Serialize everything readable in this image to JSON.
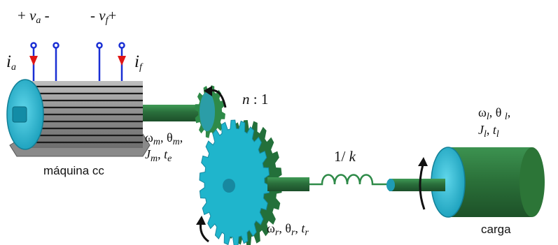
{
  "terminals": {
    "va": {
      "plus": "+",
      "symbol": "v",
      "sub": "a",
      "minus": "-"
    },
    "vf": {
      "minus": "-",
      "symbol": "v",
      "sub": "f",
      "plus": "+"
    },
    "ia": {
      "symbol": "i",
      "sub": "a"
    },
    "if": {
      "symbol": "i",
      "sub": "f"
    }
  },
  "motor": {
    "w": "ω",
    "w_sub": "m",
    "theta": "θ",
    "theta_sub": "m",
    "J": "J",
    "J_sub": "m",
    "t": "t",
    "t_sub": "e",
    "caption": "máquina cc"
  },
  "gear_ratio": {
    "n": "n",
    "ratio": " : 1"
  },
  "gear": {
    "w": "ω",
    "w_sub": "r",
    "theta": "θ",
    "theta_sub": "r",
    "t": "t",
    "t_sub": "r"
  },
  "spring": {
    "label": "1/ ",
    "k": "k"
  },
  "load": {
    "w": "ω",
    "w_sub": "l",
    "theta": "θ ",
    "theta_sub": "l",
    "J": "J",
    "J_sub": "l",
    "t": "t",
    "t_sub": "l",
    "caption": "carga"
  },
  "colors": {
    "motor_face": "#1fb8d6",
    "motor_body": "#9a9a9a",
    "wire": "#1a2fd4",
    "current_arrow": "#e01515",
    "shaft": "#2f7a40",
    "gear_green": "#2e8a48",
    "gear_face": "#1fb5cc",
    "load_body": "#2d7a38"
  }
}
